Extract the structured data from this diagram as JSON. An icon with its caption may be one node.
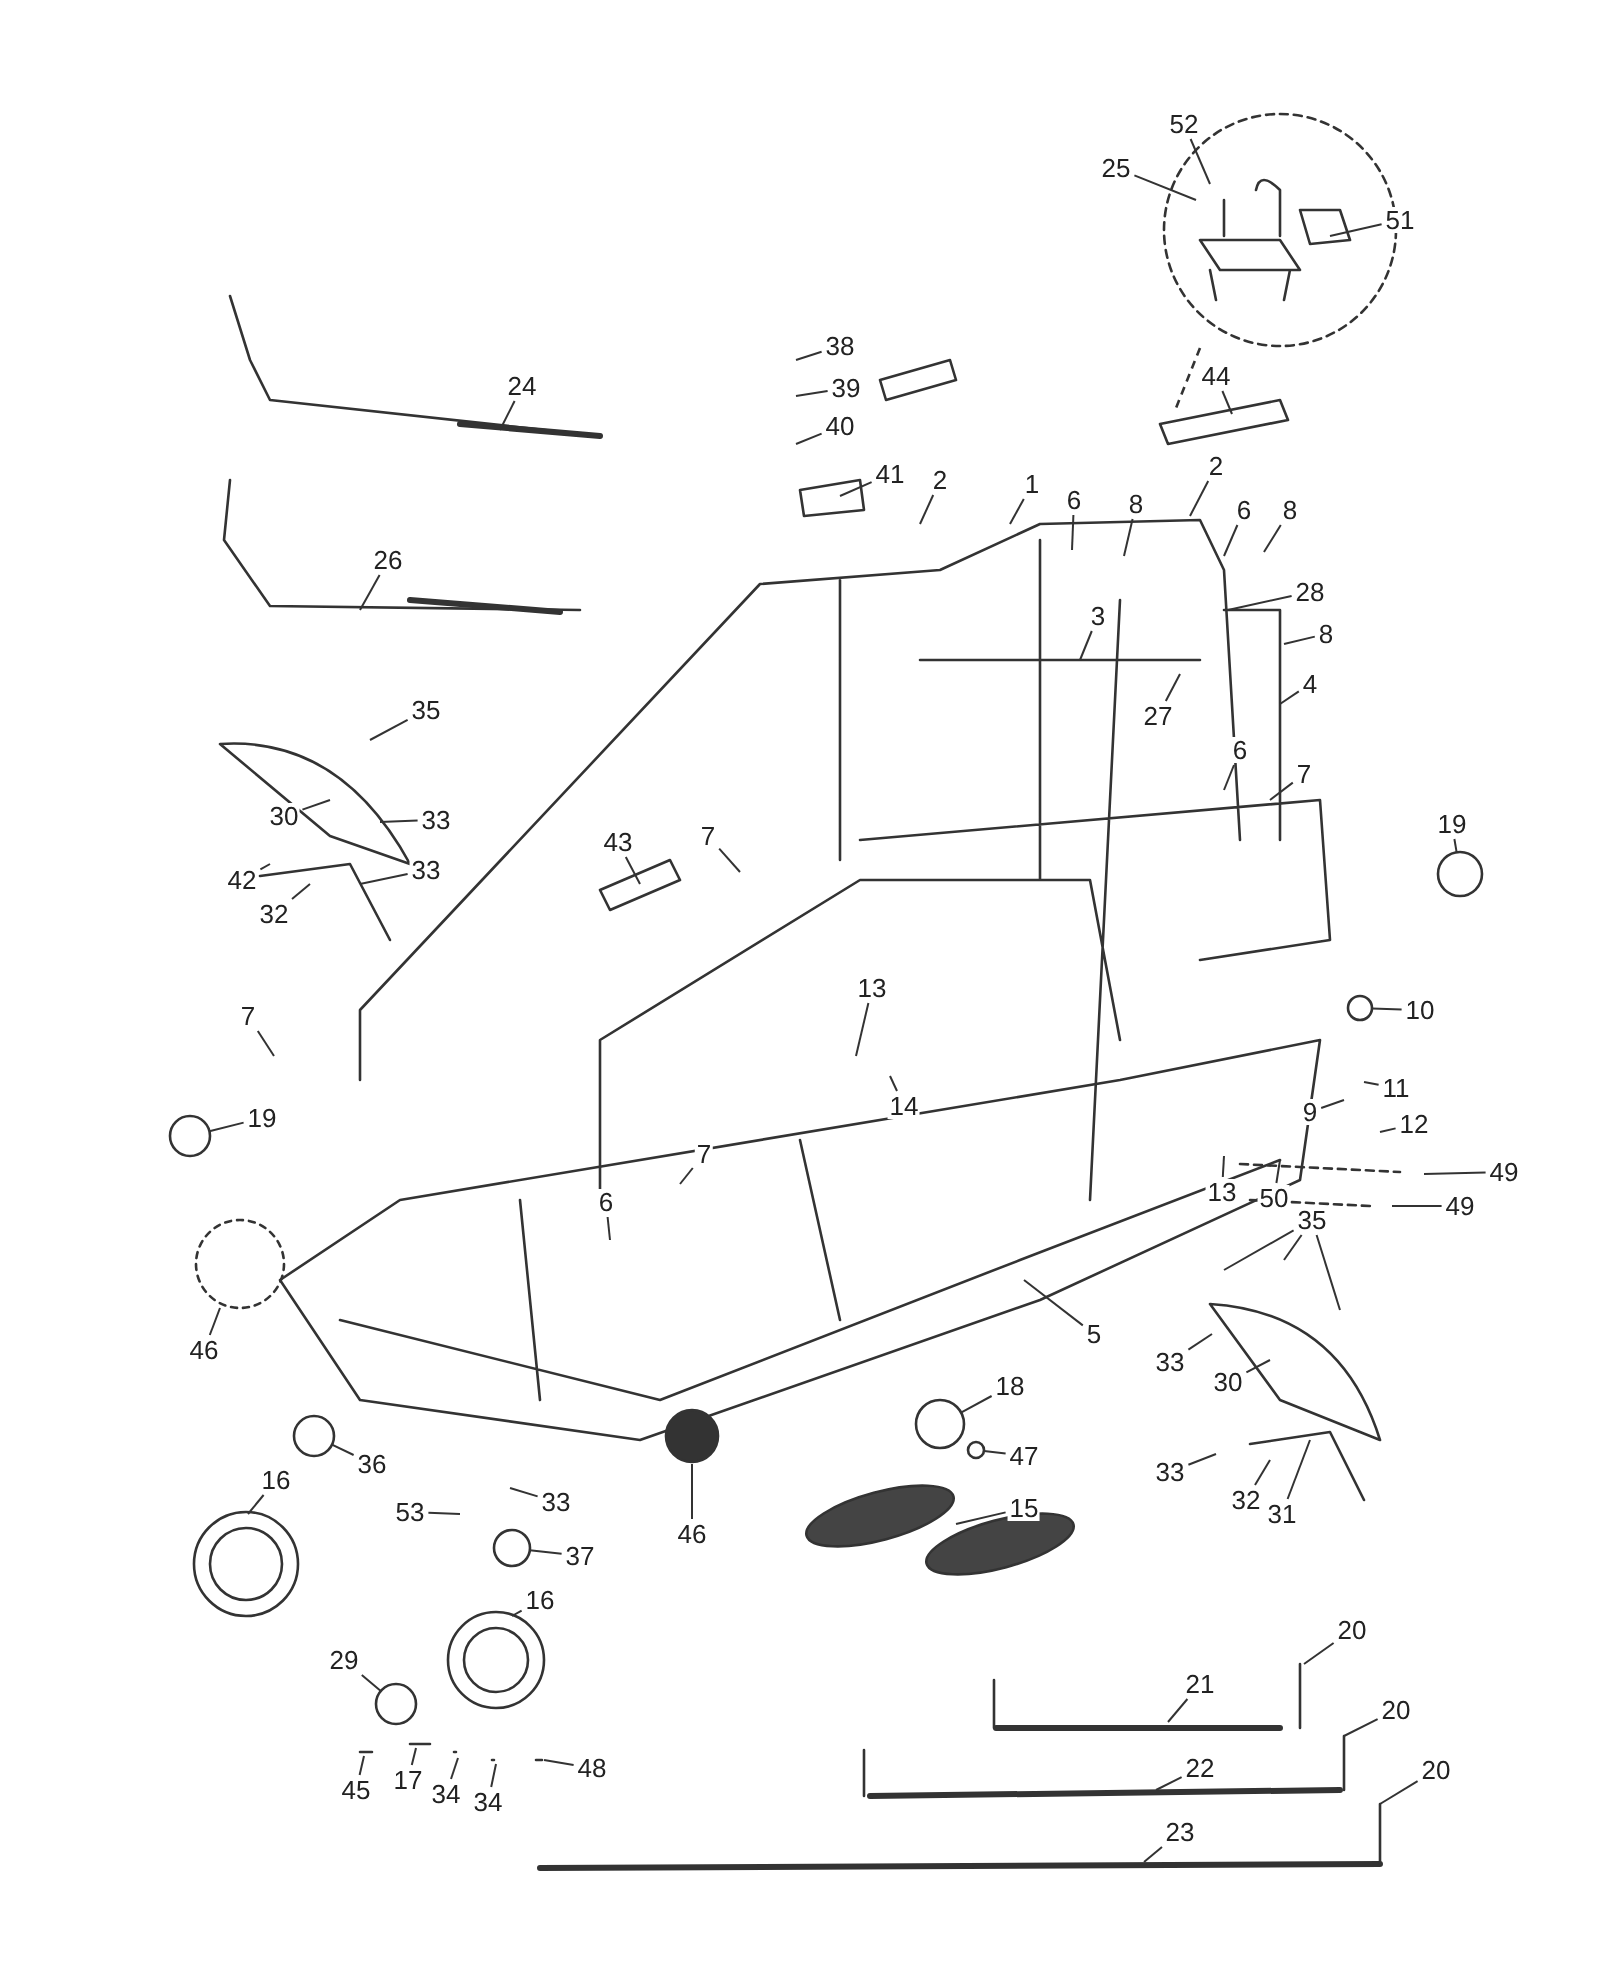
{
  "diagram": {
    "nodes": [
      {
        "text": [
          "52"
        ]
      },
      {
        "text": [
          "25"
        ]
      },
      {
        "text": [
          "51"
        ]
      },
      {
        "text": [
          "38"
        ]
      },
      {
        "text": [
          "39"
        ]
      },
      {
        "text": [
          "24"
        ]
      },
      {
        "text": [
          "40"
        ]
      },
      {
        "text": [
          "41"
        ]
      },
      {
        "text": [
          "44"
        ]
      },
      {
        "text": [
          "2"
        ]
      },
      {
        "text": [
          "1"
        ]
      },
      {
        "text": [
          "6"
        ]
      },
      {
        "text": [
          "8"
        ]
      },
      {
        "text": [
          "2"
        ]
      },
      {
        "text": [
          "6"
        ]
      },
      {
        "text": [
          "8"
        ]
      },
      {
        "text": [
          "26"
        ]
      },
      {
        "text": [
          "28"
        ]
      },
      {
        "text": [
          "3"
        ]
      },
      {
        "text": [
          "8"
        ]
      },
      {
        "text": [
          "4"
        ]
      },
      {
        "text": [
          "27"
        ]
      },
      {
        "text": [
          "35"
        ]
      },
      {
        "text": [
          "6"
        ]
      },
      {
        "text": [
          "7"
        ]
      },
      {
        "text": [
          "30"
        ]
      },
      {
        "text": [
          "33"
        ]
      },
      {
        "text": [
          "19"
        ]
      },
      {
        "text": [
          "43"
        ]
      },
      {
        "text": [
          "7"
        ]
      },
      {
        "text": [
          "33"
        ]
      },
      {
        "text": [
          "42"
        ]
      },
      {
        "text": [
          "32"
        ]
      },
      {
        "text": [
          "13"
        ]
      },
      {
        "text": [
          "10"
        ]
      },
      {
        "text": [
          "7"
        ]
      },
      {
        "text": [
          "11"
        ]
      },
      {
        "text": [
          "14"
        ]
      },
      {
        "text": [
          "9"
        ]
      },
      {
        "text": [
          "12"
        ]
      },
      {
        "text": [
          "19"
        ]
      },
      {
        "text": [
          "7"
        ]
      },
      {
        "text": [
          "49"
        ]
      },
      {
        "text": [
          "13"
        ]
      },
      {
        "text": [
          "50"
        ]
      },
      {
        "text": [
          "6"
        ]
      },
      {
        "text": [
          "49"
        ]
      },
      {
        "text": [
          "35"
        ]
      },
      {
        "text": [
          "5"
        ]
      },
      {
        "text": [
          "46"
        ]
      },
      {
        "text": [
          "33"
        ]
      },
      {
        "text": [
          "30"
        ]
      },
      {
        "text": [
          "18"
        ]
      },
      {
        "text": [
          "47"
        ]
      },
      {
        "text": [
          "36"
        ]
      },
      {
        "text": [
          "33"
        ]
      },
      {
        "text": [
          "16"
        ]
      },
      {
        "text": [
          "32"
        ]
      },
      {
        "text": [
          "33"
        ]
      },
      {
        "text": [
          "15"
        ]
      },
      {
        "text": [
          "31"
        ]
      },
      {
        "text": [
          "53"
        ]
      },
      {
        "text": [
          "46"
        ]
      },
      {
        "text": [
          "37"
        ]
      },
      {
        "text": [
          "16"
        ]
      },
      {
        "text": [
          "20"
        ]
      },
      {
        "text": [
          "29"
        ]
      },
      {
        "text": [
          "21"
        ]
      },
      {
        "text": [
          "20"
        ]
      },
      {
        "text": [
          "22"
        ]
      },
      {
        "text": [
          "48"
        ]
      },
      {
        "text": [
          "20"
        ]
      },
      {
        "text": [
          "45"
        ]
      },
      {
        "text": [
          "17"
        ]
      },
      {
        "text": [
          "34"
        ]
      },
      {
        "text": [
          "34"
        ]
      },
      {
        "text": [
          "23"
        ]
      },
      {
        "text": [],
        "shape": "circle"
      },
      {
        "text": [],
        "shape": "circle"
      },
      {
        "text": [],
        "shape": "circle"
      },
      {
        "text": [],
        "shape": "circle"
      },
      {
        "text": [],
        "shape": "circle"
      },
      {
        "text": [],
        "shape": "circle"
      },
      {
        "text": [],
        "shape": "circle"
      },
      {
        "text": [],
        "shape": "circle"
      }
    ],
    "edges": [
      {
        "from": 0,
        "to": null,
        "arrow": "none"
      },
      {
        "from": 1,
        "to": null,
        "arrow": "none"
      },
      {
        "from": 2,
        "to": null,
        "arrow": "none"
      },
      {
        "from": 3,
        "to": null,
        "arrow": "none"
      },
      {
        "from": 4,
        "to": null,
        "arrow": "none"
      },
      {
        "from": 5,
        "to": null,
        "arrow": "none"
      },
      {
        "from": 6,
        "to": null,
        "arrow": "none"
      },
      {
        "from": 7,
        "to": null,
        "arrow": "none"
      },
      {
        "from": 8,
        "to": null,
        "arrow": "none"
      },
      {
        "from": 9,
        "to": null,
        "arrow": "none"
      },
      {
        "from": 10,
        "to": null,
        "arrow": "none"
      },
      {
        "from": 11,
        "to": null,
        "arrow": "none"
      },
      {
        "from": 12,
        "to": null,
        "arrow": "none"
      },
      {
        "from": 13,
        "to": null,
        "arrow": "none"
      },
      {
        "from": 14,
        "to": null,
        "arrow": "none"
      },
      {
        "from": 15,
        "to": null,
        "arrow": "none"
      },
      {
        "from": 16,
        "to": null,
        "arrow": "none"
      },
      {
        "from": 17,
        "to": null,
        "arrow": "none"
      },
      {
        "from": 18,
        "to": null,
        "arrow": "none"
      },
      {
        "from": 19,
        "to": null,
        "arrow": "none"
      },
      {
        "from": 20,
        "to": null,
        "arrow": "none"
      },
      {
        "from": 21,
        "to": null,
        "arrow": "none"
      },
      {
        "from": 22,
        "to": null,
        "arrow": "none"
      },
      {
        "from": 23,
        "to": null,
        "arrow": "none"
      },
      {
        "from": 24,
        "to": null,
        "arrow": "none"
      },
      {
        "from": 25,
        "to": null,
        "arrow": "none"
      },
      {
        "from": 26,
        "to": null,
        "arrow": "none"
      },
      {
        "from": 27,
        "to": 77,
        "arrow": "none"
      },
      {
        "from": 28,
        "to": null,
        "arrow": "none"
      },
      {
        "from": 29,
        "to": null,
        "arrow": "none"
      },
      {
        "from": 30,
        "to": null,
        "arrow": "none"
      },
      {
        "from": 31,
        "to": null,
        "arrow": "none"
      },
      {
        "from": 32,
        "to": null,
        "arrow": "none"
      },
      {
        "from": 33,
        "to": null,
        "arrow": "none"
      },
      {
        "from": 34,
        "to": 78,
        "arrow": "none"
      },
      {
        "from": 35,
        "to": null,
        "arrow": "none"
      },
      {
        "from": 36,
        "to": null,
        "arrow": "none"
      },
      {
        "from": 37,
        "to": null,
        "arrow": "none"
      },
      {
        "from": 38,
        "to": null,
        "arrow": "none"
      },
      {
        "from": 39,
        "to": null,
        "arrow": "none"
      },
      {
        "from": 40,
        "to": 79,
        "arrow": "none"
      },
      {
        "from": 41,
        "to": null,
        "arrow": "none"
      },
      {
        "from": 42,
        "to": null,
        "arrow": "none"
      },
      {
        "from": 43,
        "to": null,
        "arrow": "none"
      },
      {
        "from": 44,
        "to": null,
        "arrow": "none"
      },
      {
        "from": 45,
        "to": null,
        "arrow": "none"
      },
      {
        "from": 46,
        "to": null,
        "arrow": "none"
      },
      {
        "from": 47,
        "to": null,
        "arrow": "none"
      },
      {
        "from": 47,
        "to": null,
        "arrow": "none"
      },
      {
        "from": 47,
        "to": null,
        "arrow": "none"
      },
      {
        "from": 48,
        "to": null,
        "arrow": "none"
      },
      {
        "from": 49,
        "to": null,
        "arrow": "none"
      },
      {
        "from": 50,
        "to": null,
        "arrow": "none"
      },
      {
        "from": 51,
        "to": null,
        "arrow": "none"
      },
      {
        "from": 52,
        "to": 80,
        "arrow": "none"
      },
      {
        "from": 53,
        "to": 81,
        "arrow": "none"
      },
      {
        "from": 54,
        "to": 82,
        "arrow": "none"
      },
      {
        "from": 55,
        "to": null,
        "arrow": "none"
      },
      {
        "from": 56,
        "to": null,
        "arrow": "none"
      },
      {
        "from": 57,
        "to": null,
        "arrow": "none"
      },
      {
        "from": 58,
        "to": null,
        "arrow": "none"
      },
      {
        "from": 59,
        "to": null,
        "arrow": "none"
      },
      {
        "from": 60,
        "to": null,
        "arrow": "none"
      },
      {
        "from": 61,
        "to": null,
        "arrow": "none"
      },
      {
        "from": 62,
        "to": null,
        "arrow": "none"
      },
      {
        "from": 63,
        "to": 83,
        "arrow": "none"
      },
      {
        "from": 64,
        "to": null,
        "arrow": "none"
      },
      {
        "from": 65,
        "to": null,
        "arrow": "none"
      },
      {
        "from": 66,
        "to": 84,
        "arrow": "none"
      },
      {
        "from": 67,
        "to": null,
        "arrow": "none"
      },
      {
        "from": 68,
        "to": null,
        "arrow": "none"
      },
      {
        "from": 69,
        "to": null,
        "arrow": "none"
      },
      {
        "from": 70,
        "to": null,
        "arrow": "none"
      },
      {
        "from": 71,
        "to": null,
        "arrow": "none"
      },
      {
        "from": 72,
        "to": null,
        "arrow": "none"
      },
      {
        "from": 73,
        "to": null,
        "arrow": "none"
      },
      {
        "from": 74,
        "to": null,
        "arrow": "none"
      },
      {
        "from": 75,
        "to": null,
        "arrow": "none"
      },
      {
        "from": 76,
        "to": null,
        "arrow": "none"
      }
    ]
  }
}
